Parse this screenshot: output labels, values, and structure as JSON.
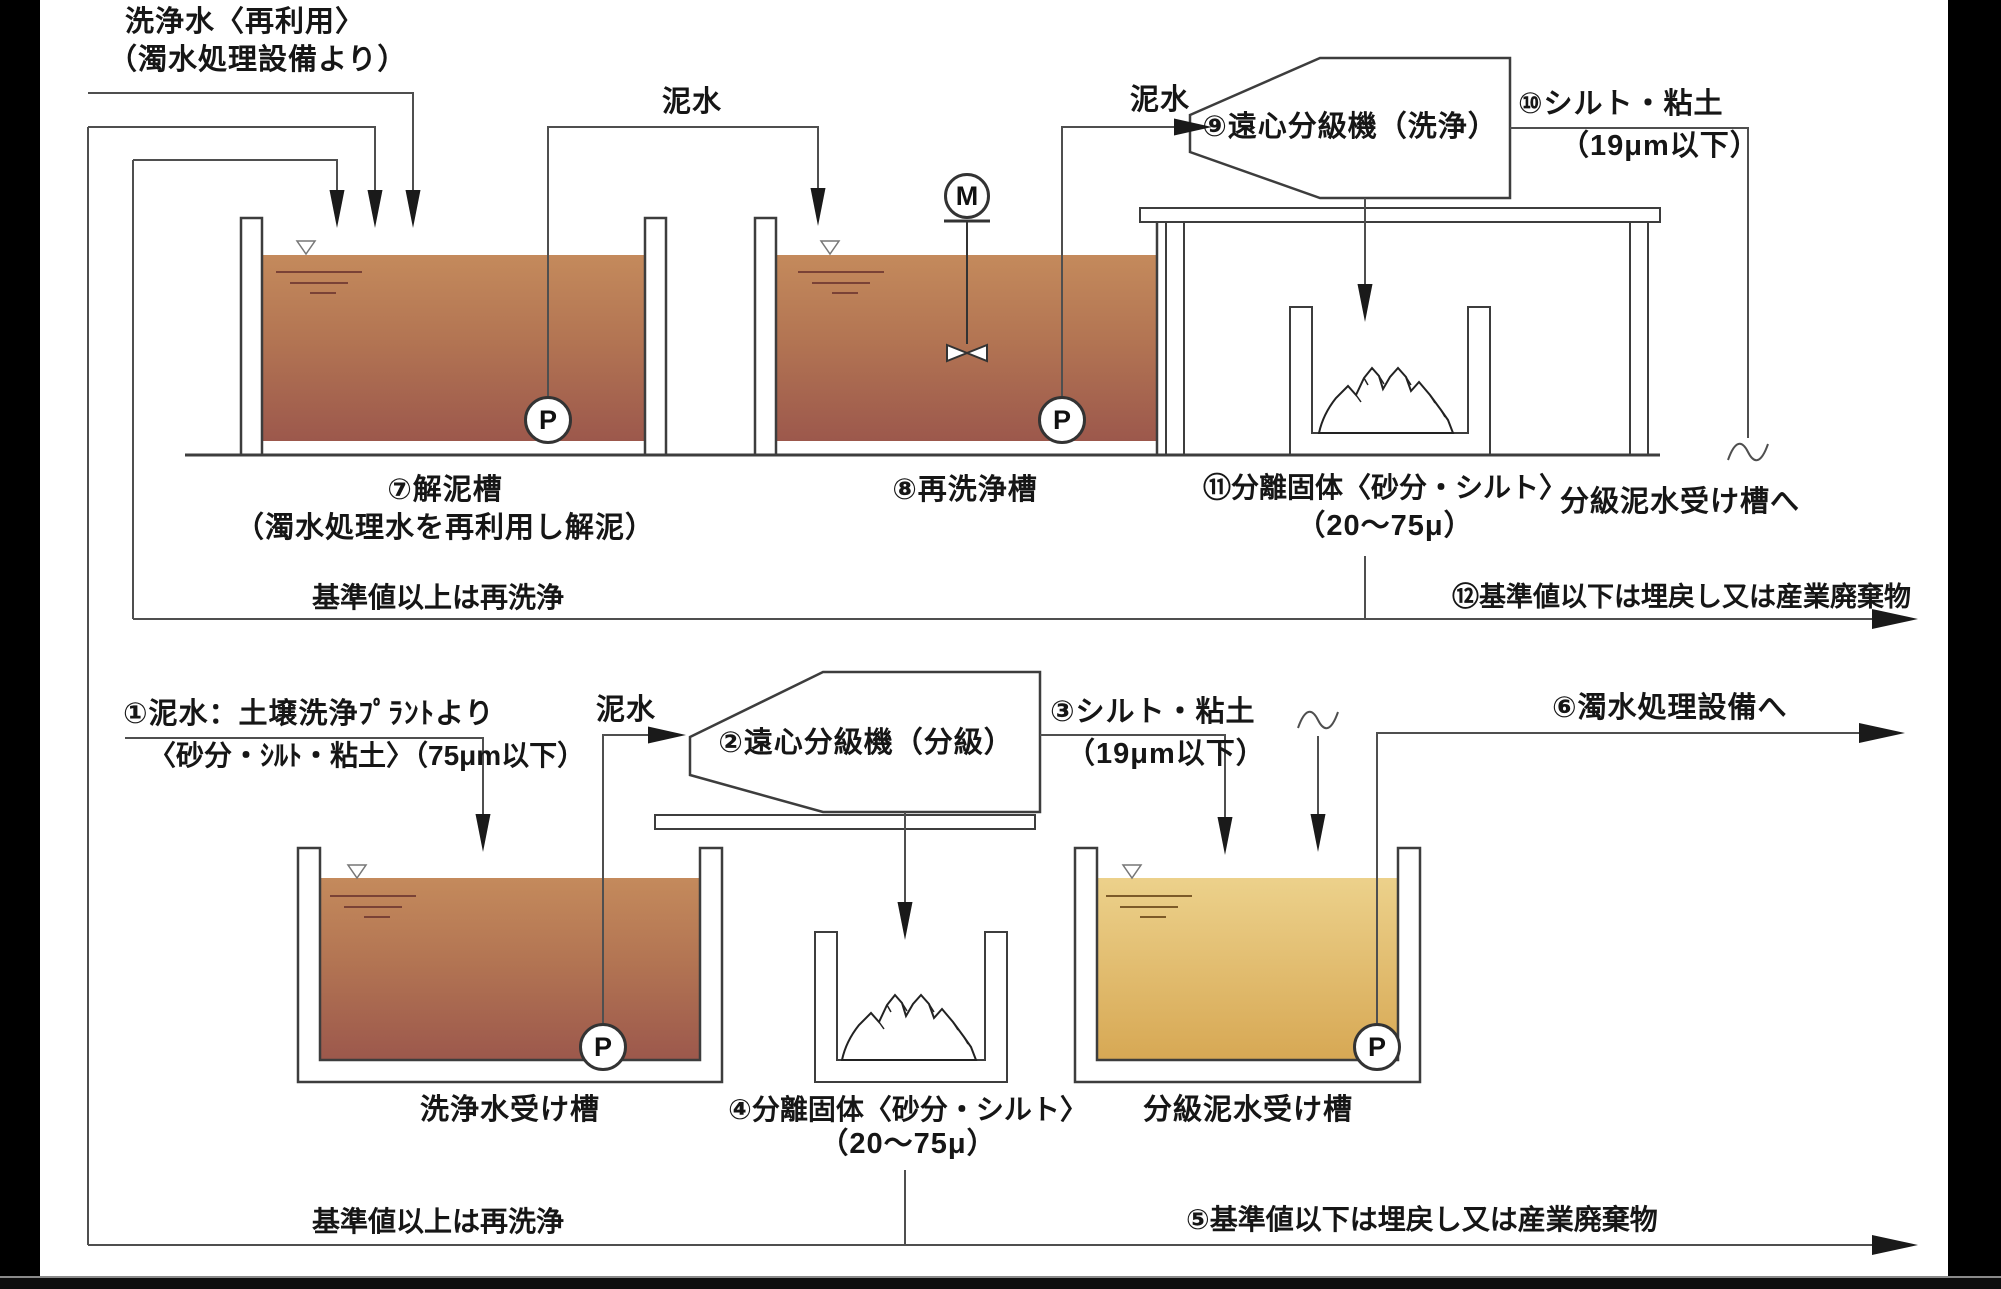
{
  "letters": {
    "pump": "P",
    "motor": "M"
  },
  "colors": {
    "background": "#ffffff",
    "letterbox": "#000000",
    "line": "#4f4f4f",
    "structure_outline": "#3d3d3d",
    "arrow": "#1a1a1a",
    "water_brown_top": "#c48a5c",
    "water_brown_bottom": "#9c584c",
    "water_yellow_top": "#ecd18b",
    "water_yellow_bottom": "#d7a854"
  },
  "top": {
    "recycle_line1": "洗浄水〈再利用〉",
    "recycle_line2": "（濁水処理設備より）",
    "slurry1": "泥水",
    "slurry2": "泥水",
    "tank7_line1": "⑦解泥槽",
    "tank7_line2": "（濁水処理水を再利用し解泥）",
    "tank8": "⑧再洗浄槽",
    "centrifuge9": "⑨遠心分級機（洗浄）",
    "out10_line1": "⑩シルト・粘土",
    "out10_line2": "（19μm以下）",
    "to_classified_tank": "分級泥水受け槽へ",
    "solids11_line1": "⑪分離固体〈砂分・シルト〉",
    "solids11_line2": "（20～75μ）",
    "rewash": "基準値以上は再洗浄",
    "disposal12": "⑫基準値以下は埋戻し又は産業廃棄物"
  },
  "bottom": {
    "in1_line1": "①泥水：土壌洗浄ﾌﾟﾗﾝﾄより",
    "in1_line2": "〈砂分・ｼﾙﾄ・粘土〉（75μm以下）",
    "slurry3": "泥水",
    "centrifuge2": "②遠心分級機（分級）",
    "out3_line1": "③シルト・粘土",
    "out3_line2": "（19μm以下）",
    "to_treatment6": "⑥濁水処理設備へ",
    "wash_water_tank": "洗浄水受け槽",
    "solids4_line1": "④分離固体〈砂分・シルト〉",
    "solids4_line2": "（20～75μ）",
    "classified_tank": "分級泥水受け槽",
    "rewash": "基準値以上は再洗浄",
    "disposal5": "⑤基準値以下は埋戻し又は産業廃棄物"
  }
}
